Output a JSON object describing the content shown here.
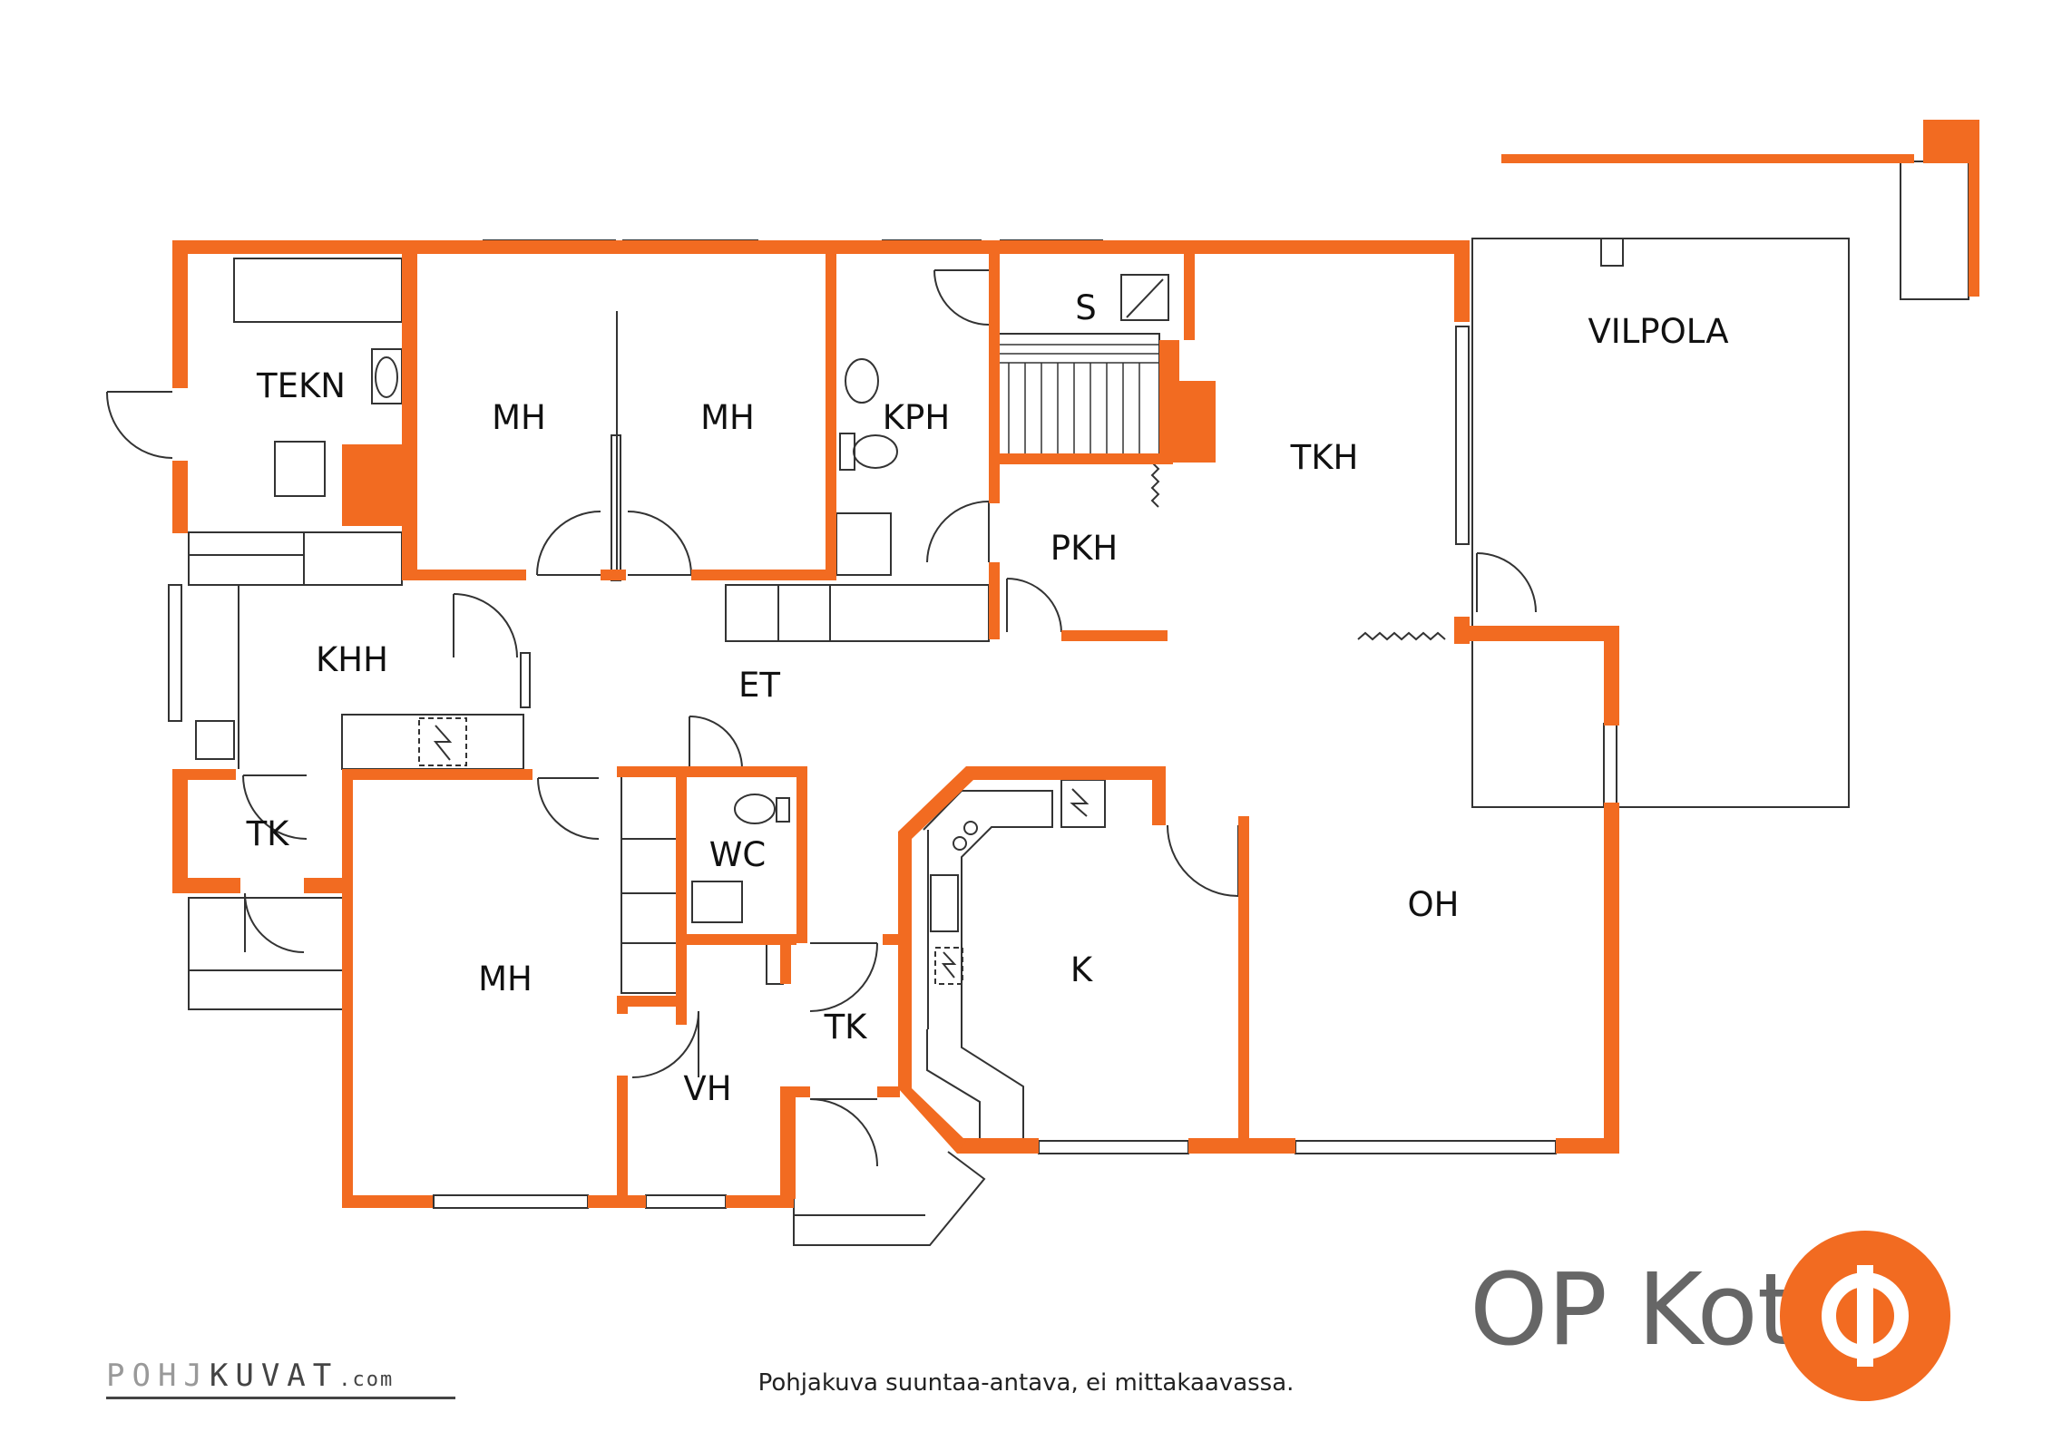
{
  "colors": {
    "wall": "#F26B21",
    "line": "#333333",
    "text": "#111111",
    "brand_gray": "#666666"
  },
  "rooms": {
    "tekn": "TEKN",
    "mh_top_left": "MH",
    "mh_top_right": "MH",
    "kph": "KPH",
    "s": "S",
    "tkh": "TKH",
    "vilpola": "VILPOLA",
    "pkh": "PKH",
    "khh": "KHH",
    "et": "ET",
    "tk_left": "TK",
    "wc": "WC",
    "mh_bottom": "MH",
    "vh": "VH",
    "tk_mid": "TK",
    "k": "K",
    "oh": "OH"
  },
  "caption": "Pohjakuva suuntaa-antava, ei mittakaavassa.",
  "brand": {
    "name": "OP Koti",
    "logo_icon": "op-logo-icon"
  },
  "credit": {
    "lead": "POHJ",
    "main": "KUVAT",
    "suffix": ".com"
  }
}
